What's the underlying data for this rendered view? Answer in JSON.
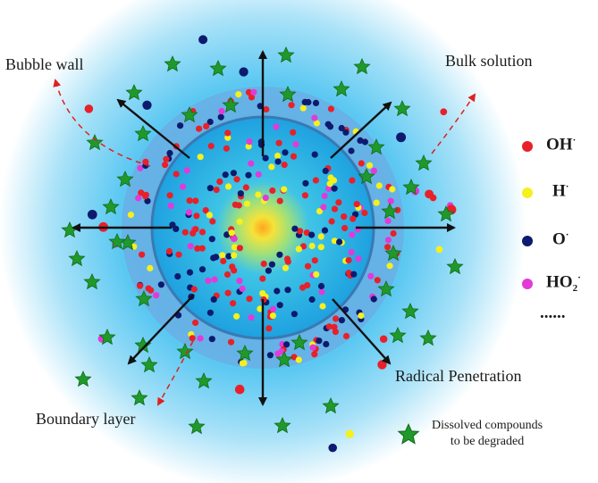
{
  "labels": {
    "bubble_wall": "Bubble wall",
    "bulk_solution": "Bulk solution",
    "boundary_layer": "Boundary layer",
    "radical_penetration": "Radical Penetration",
    "dissolved_line1": "Dissolved compounds",
    "dissolved_line2": "to be degraded"
  },
  "legend": {
    "oh": {
      "text": "OH",
      "sup": "·",
      "color": "#e8202a"
    },
    "h": {
      "text": "H",
      "sup": "·",
      "color": "#f5f01e"
    },
    "o": {
      "text": "O",
      "sup": "·",
      "color": "#0d1a6e"
    },
    "ho2": {
      "text": "HO",
      "sub": "2",
      "sup": "·",
      "color": "#e23ad8"
    },
    "more": "......"
  },
  "colors": {
    "star": "#1f9a2a",
    "arrow": "#111111",
    "dashed_arrow": "#e02020",
    "bubble_edge": "#3a79b3"
  }
}
